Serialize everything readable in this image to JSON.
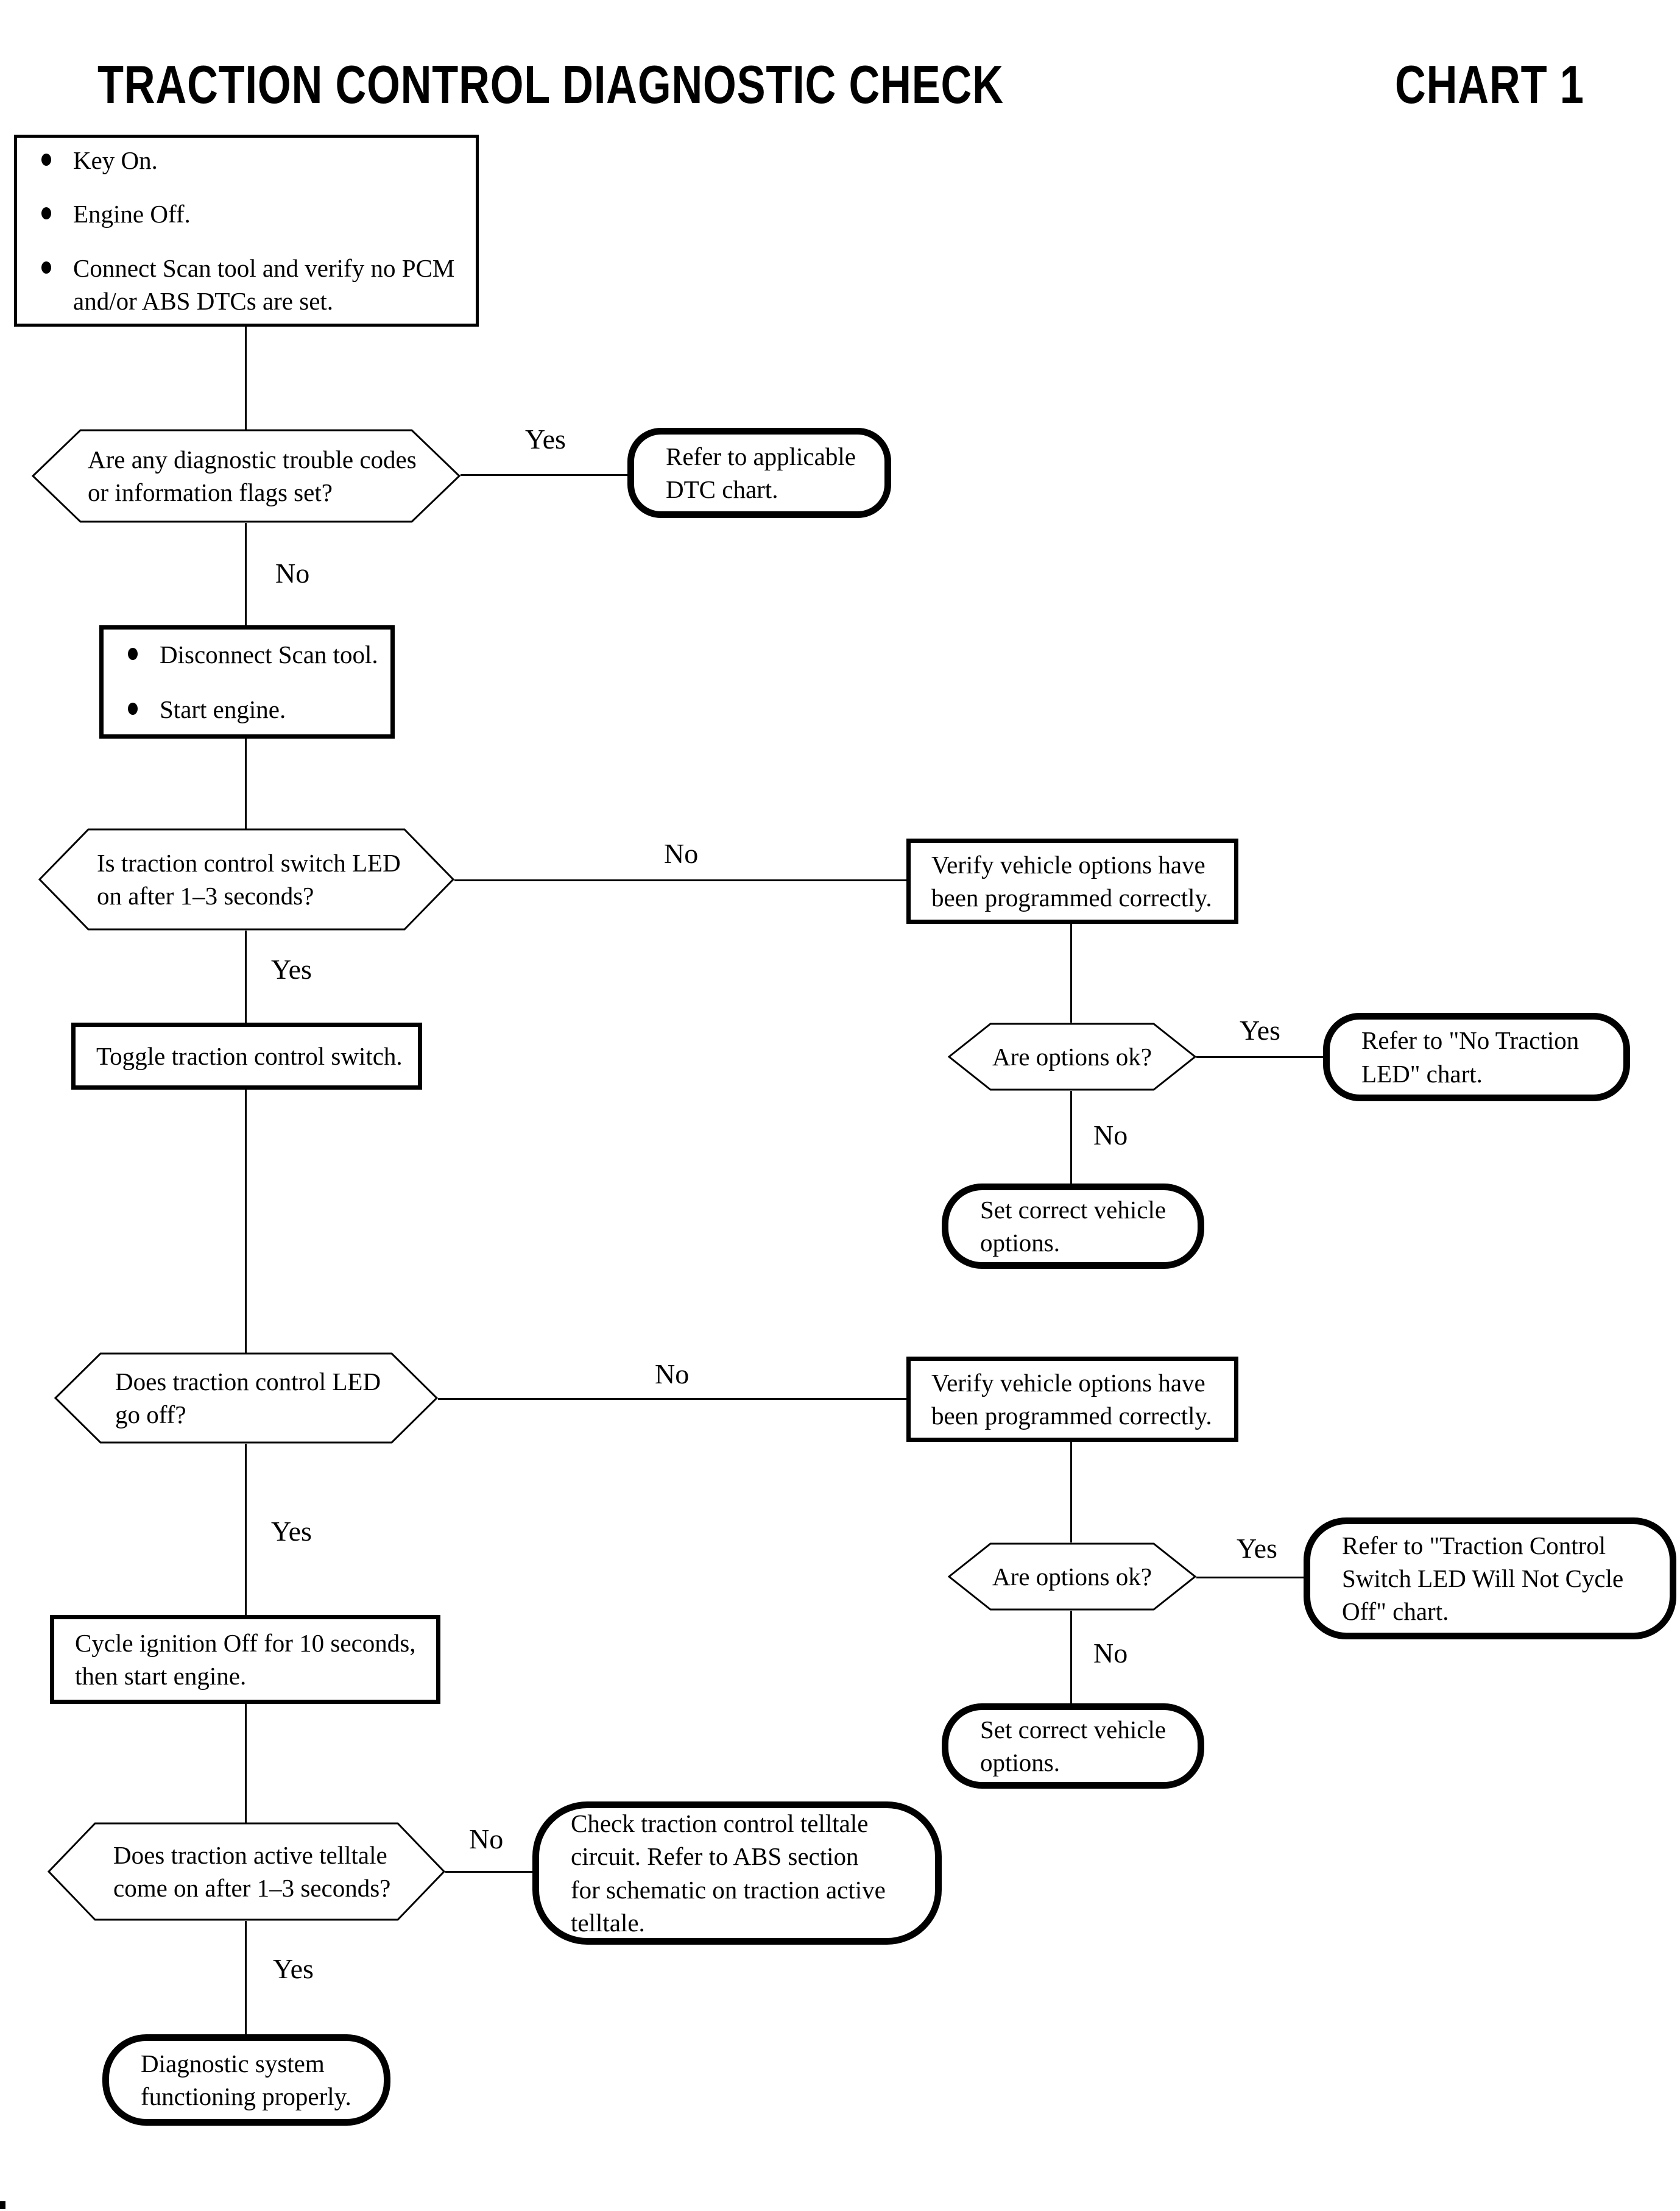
{
  "header": {
    "title": "TRACTION CONTROL DIAGNOSTIC CHECK",
    "chart_label": "CHART 1"
  },
  "labels": {
    "yes": "Yes",
    "no": "No"
  },
  "nodes": {
    "start": {
      "bullets": [
        "Key On.",
        "Engine Off.",
        "Connect Scan tool and verify no PCM\nand/or ABS DTCs are set."
      ]
    },
    "dec_dtc_set": {
      "text": "Are any diagnostic trouble codes\nor information flags set?"
    },
    "term_dtc_chart": {
      "text": "Refer to applicable\nDTC chart."
    },
    "prep": {
      "bullets": [
        "Disconnect Scan tool.",
        "Start engine."
      ]
    },
    "dec_switch_led": {
      "text": "Is traction control switch LED\non after 1–3 seconds?"
    },
    "verify_options_1": {
      "text": "Verify vehicle options have\nbeen programmed correctly."
    },
    "toggle_switch": {
      "text": "Toggle traction control switch."
    },
    "dec_options_ok_1": {
      "text": "Are options ok?"
    },
    "term_no_traction_led": {
      "text": "Refer to \"No Traction\nLED\" chart."
    },
    "term_set_options_1": {
      "text": "Set correct vehicle\noptions."
    },
    "dec_led_go_off": {
      "text": "Does traction control LED\ngo off?"
    },
    "verify_options_2": {
      "text": "Verify vehicle options have\nbeen programmed correctly."
    },
    "dec_options_ok_2": {
      "text": "Are options ok?"
    },
    "term_led_not_cycle_off": {
      "text": "Refer to \"Traction Control\nSwitch LED Will Not Cycle\nOff\" chart."
    },
    "term_set_options_2": {
      "text": "Set correct vehicle\noptions."
    },
    "cycle_ignition": {
      "text": "Cycle ignition Off for 10 seconds,\nthen start engine."
    },
    "dec_telltale": {
      "text": "Does traction active telltale\ncome on after 1–3 seconds?"
    },
    "term_check_telltale": {
      "text": "Check traction control telltale\ncircuit. Refer to ABS section\nfor schematic on traction active\ntelltale."
    },
    "term_ok": {
      "text": "Diagnostic system\nfunctioning properly."
    }
  }
}
